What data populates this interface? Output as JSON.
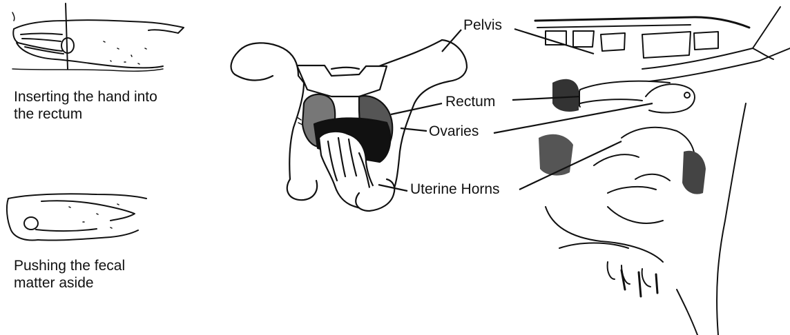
{
  "captions": {
    "inserting": [
      "Inserting the hand into",
      "the rectum"
    ],
    "pushing": [
      "Pushing the fecal",
      "matter aside"
    ]
  },
  "labels": {
    "pelvis": "Pelvis",
    "rectum": "Rectum",
    "ovaries": "Ovaries",
    "uterine_horns": "Uterine Horns"
  }
}
